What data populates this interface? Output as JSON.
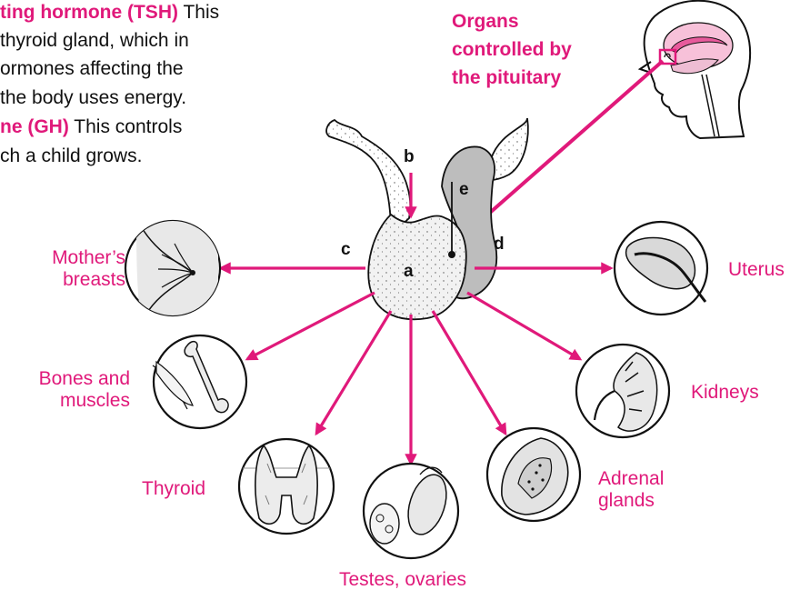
{
  "colors": {
    "accent": "#e0197a",
    "ink": "#111111",
    "gland": "#f2f2f2",
    "posterior_lobe": "#bdbdbd"
  },
  "intro": {
    "line1_bold": "ting hormone (TSH)",
    "line1_rest": " This",
    "line2": "thyroid gland, which in",
    "line3": "ormones affecting the",
    "line4": " the body uses energy.",
    "line5_bold": "ne (GH)",
    "line5_rest": " This controls",
    "line6": "ch a child grows."
  },
  "title": {
    "line1": "Organs",
    "line2": "controlled by",
    "line3": "the pituitary"
  },
  "letters": {
    "a": "a",
    "b": "b",
    "c": "c",
    "d": "d",
    "e": "e"
  },
  "organs": {
    "breasts": {
      "line1": "Mother’s",
      "line2": "breasts",
      "icon": "breast-icon"
    },
    "uterus": {
      "label": "Uterus",
      "icon": "uterus-icon"
    },
    "bones": {
      "line1": "Bones and",
      "line2": "muscles",
      "icon": "bone-muscle-icon"
    },
    "kidneys": {
      "label": "Kidneys",
      "icon": "kidney-icon"
    },
    "thyroid": {
      "label": "Thyroid",
      "icon": "thyroid-icon"
    },
    "adrenal": {
      "line1": "Adrenal",
      "line2": "glands",
      "icon": "adrenal-icon"
    },
    "testes": {
      "label": "Testes, ovaries",
      "icon": "testes-ovaries-icon"
    }
  }
}
